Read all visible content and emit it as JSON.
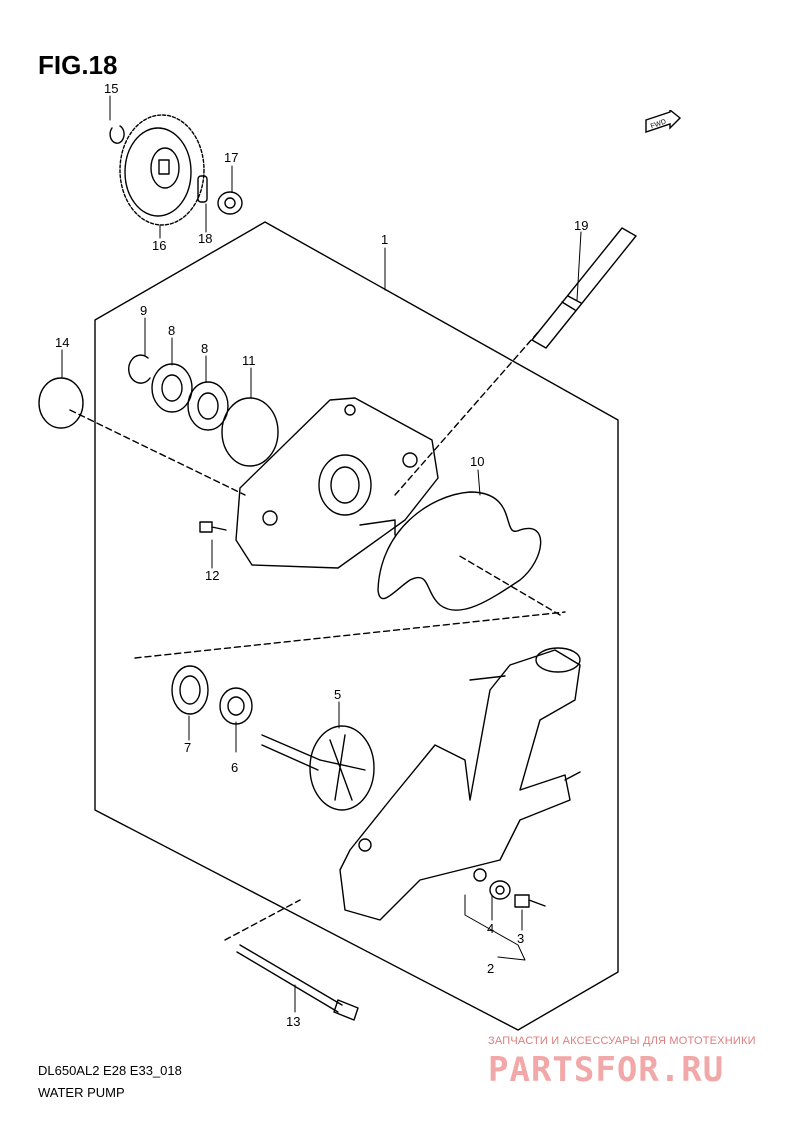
{
  "figure": {
    "title": "FIG.18",
    "model_code": "DL650AL2 E28 E33_018",
    "section_name": "WATER PUMP",
    "direction_label": "FWD"
  },
  "callouts": [
    "15",
    "16",
    "17",
    "18",
    "19",
    "1",
    "9",
    "8",
    "8",
    "11",
    "14",
    "10",
    "12",
    "5",
    "7",
    "6",
    "4",
    "3",
    "2",
    "13"
  ],
  "watermark": {
    "caption": "ЗАПЧАСТИ И АКСЕССУАРЫ ДЛЯ МОТОТЕХНИКИ",
    "brand": "PARTSFOR.RU",
    "color": "#f2a8a8"
  },
  "colors": {
    "line": "#000000",
    "background": "#ffffff"
  }
}
